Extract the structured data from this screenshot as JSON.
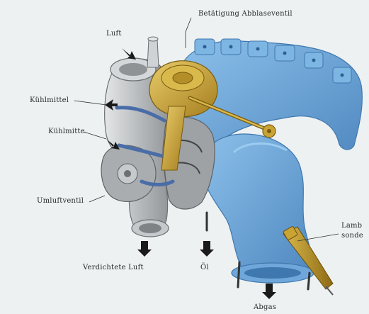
{
  "diagram": {
    "labels": {
      "actuator": "Betätigung Abblaseventil",
      "air": "Luft",
      "coolant_out": "Kühlmittel",
      "coolant_in": "Kühlmitte.",
      "bypass_valve": "Umluftventil",
      "compressed_air": "Verdichtete Luft",
      "oil": "Öl",
      "sensor_line1": "Lamb",
      "sensor_line2": "sonde",
      "exhaust": "Abgas"
    },
    "colors": {
      "background": "#edf1f2",
      "manifold": "#6fa7da",
      "manifold_dark": "#3f78ae",
      "compressor_housing": "#b7bbbd",
      "actuator": "#c9a435",
      "coolant_line": "#4a6da8",
      "arrows": "#1a1a1a"
    },
    "icons": [
      "arrow-icon"
    ]
  }
}
